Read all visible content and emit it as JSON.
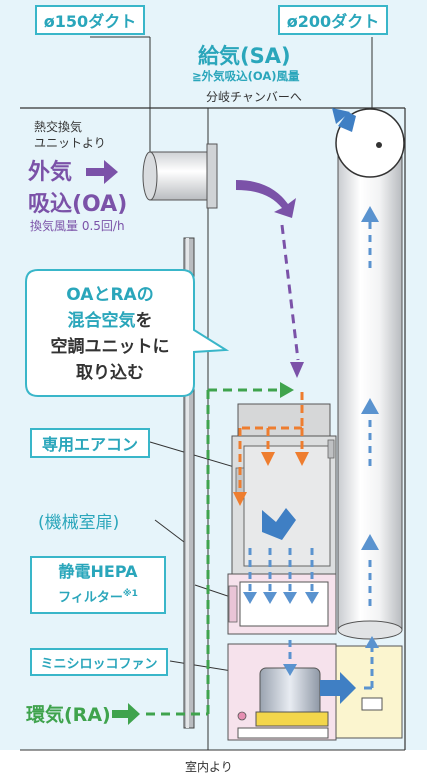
{
  "labels": {
    "duct150": "ø150ダクト",
    "duct200": "ø200ダクト",
    "supply_title": "給気(SA)",
    "supply_sub": "≧外気吸込(OA)風量",
    "supply_sub2": "分岐チャンバーへ",
    "heat_ex_1": "熱交換気",
    "heat_ex_2": "ユニットより",
    "oa_title_1": "外気",
    "oa_title_2": "吸込(OA)",
    "oa_vent": "換気風量 0.5回/h",
    "bubble_line1": "OAとRAの",
    "bubble_line2a": "混合空気",
    "bubble_line2b": "を",
    "bubble_line3": "空調ユニットに",
    "bubble_line4": "取り込む",
    "aircon": "専用エアコン",
    "door": "(機械室扉)",
    "hepa_1": "静電HEPA",
    "hepa_2": "フィルター",
    "hepa_note": "※1",
    "fan": "ミニシロッコファン",
    "ra": "環気(RA)",
    "room": "室内より"
  },
  "colors": {
    "teal": "#39b6c9",
    "purple": "#7b52a8",
    "green": "#3fa34d",
    "orange": "#ee7d2f",
    "blue": "#3f7fc4",
    "background": "#e6f4fa"
  },
  "icons": [
    "arrow-right-icon",
    "curved-arrow-icon",
    "arrow-up-icon",
    "arrow-down-icon"
  ]
}
